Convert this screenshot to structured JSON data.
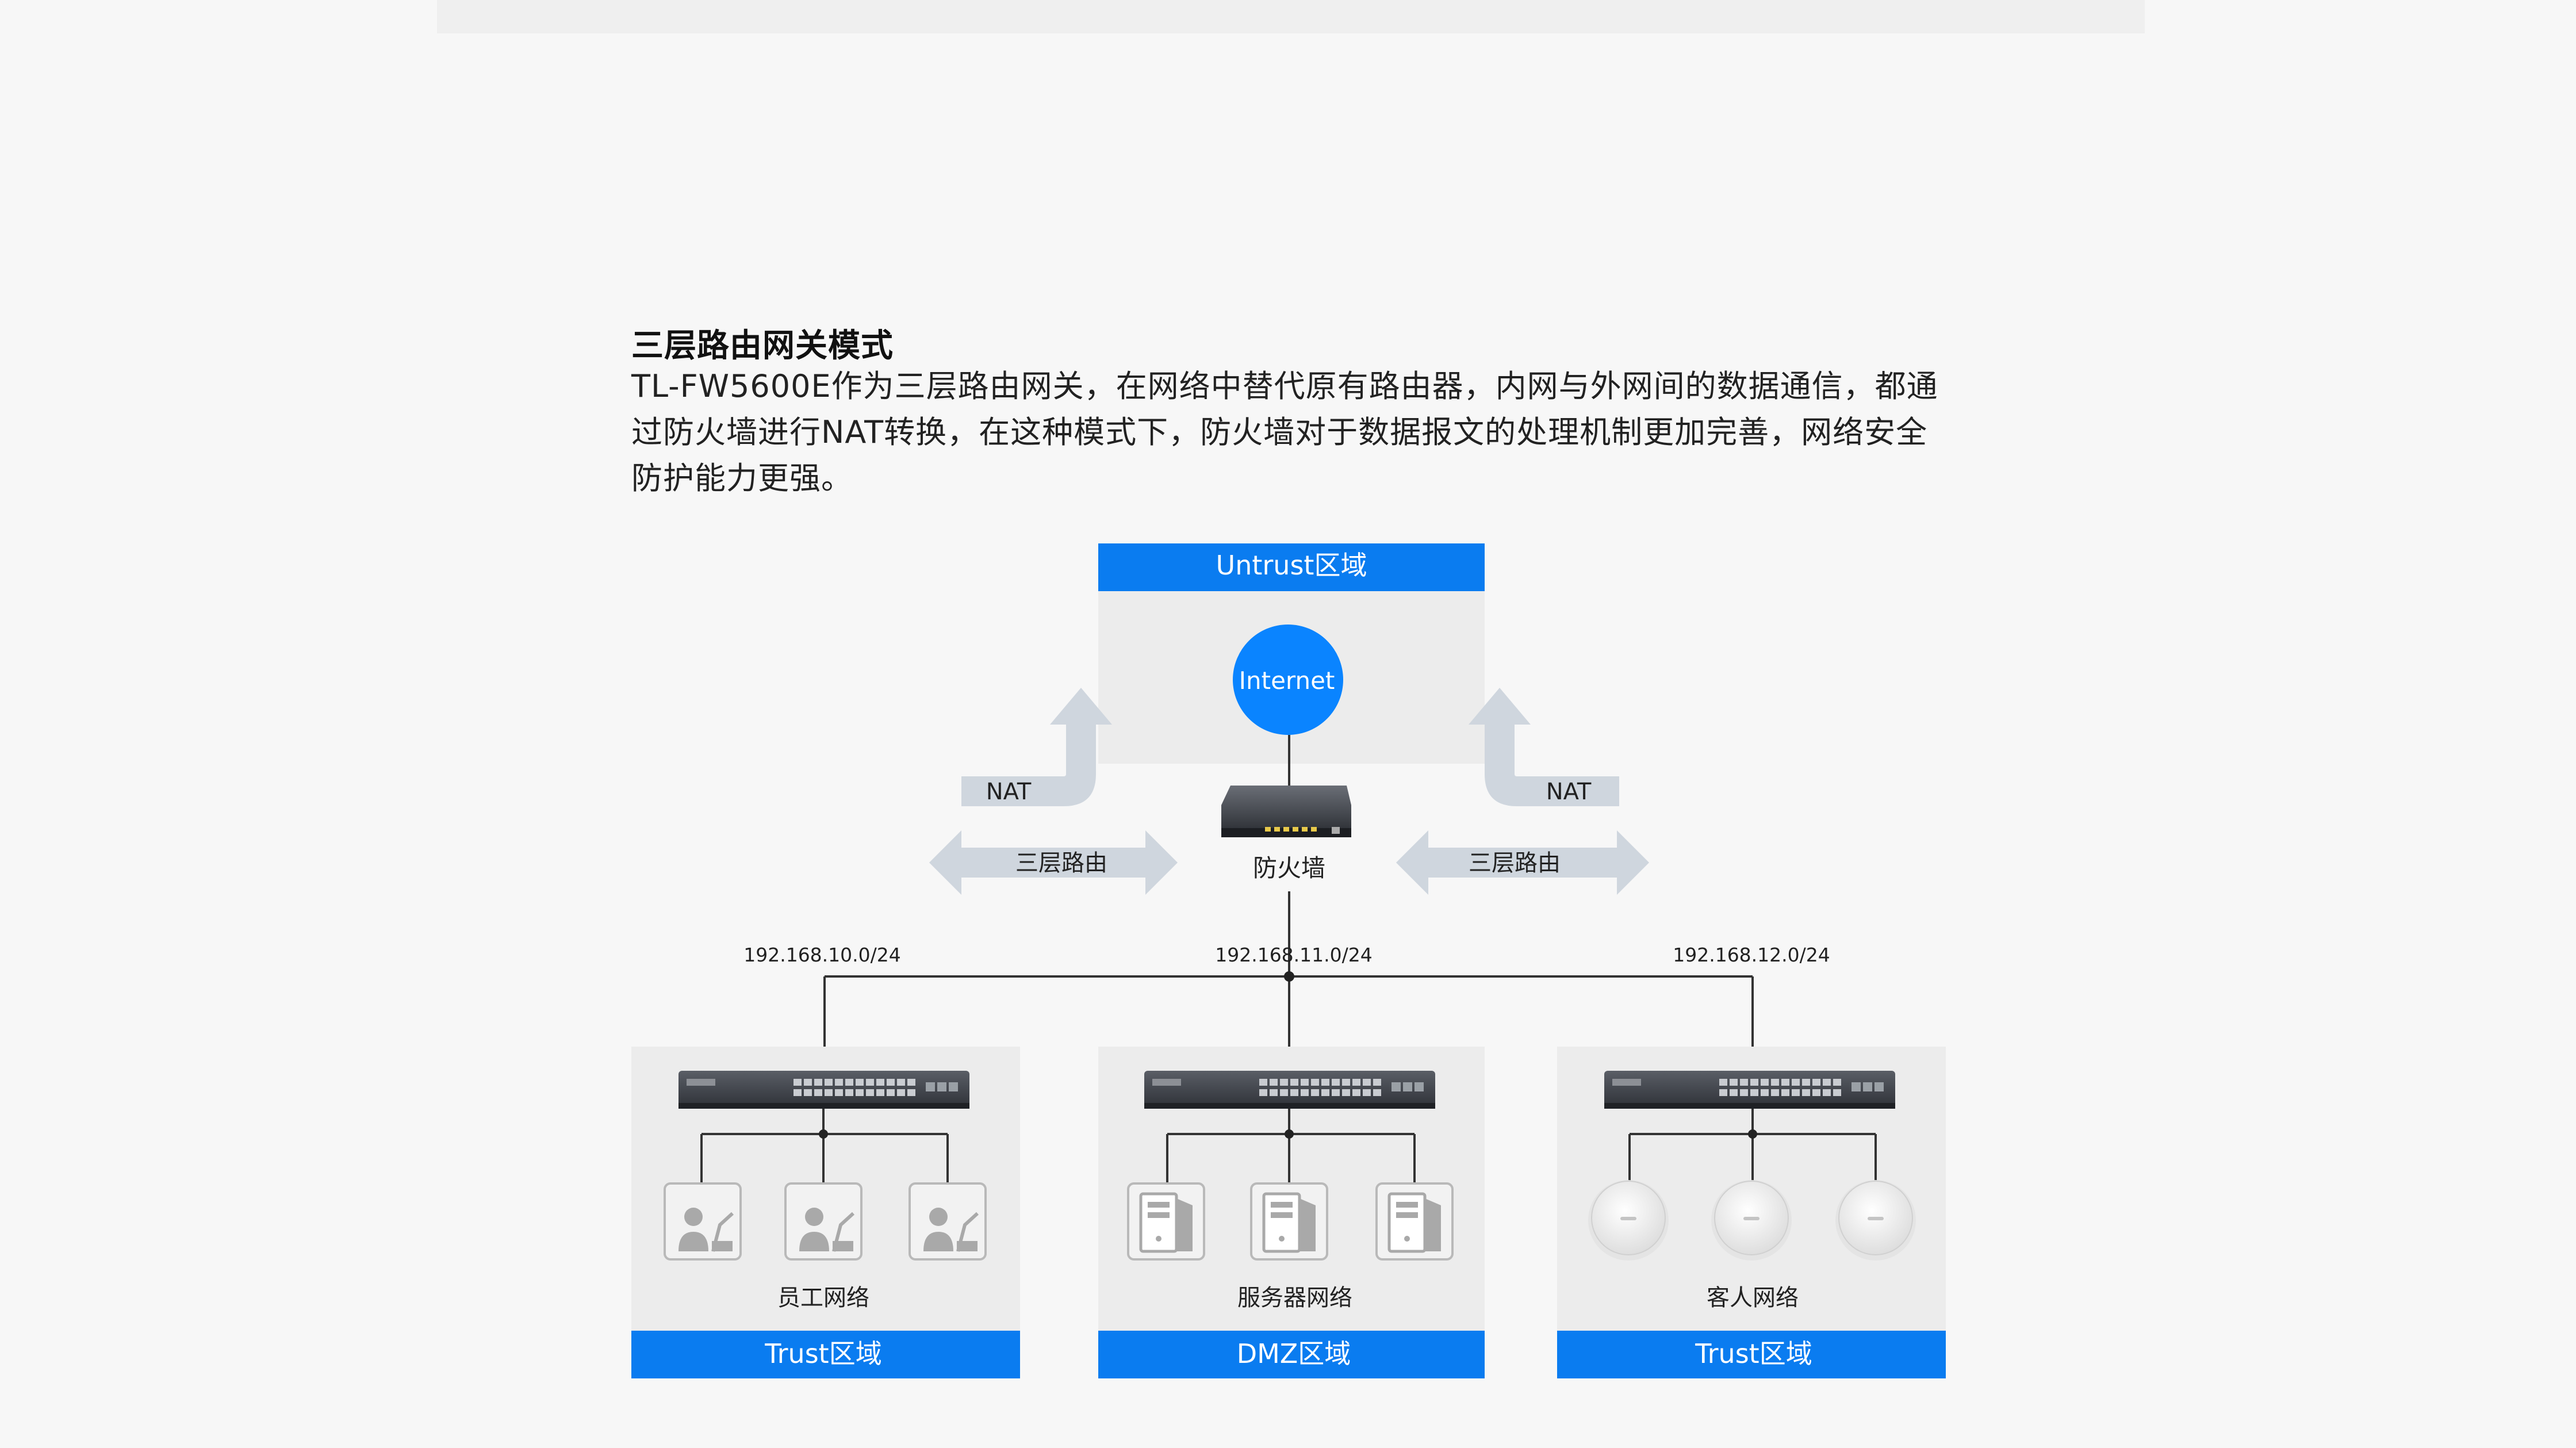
{
  "page": {
    "title": "三层路由网关模式",
    "description": "TL-FW5600E作为三层路由网关，在网络中替代原有路由器，内网与外网间的数据通信，都通过防火墙进行NAT转换，在这种模式下，防火墙对于数据报文的处理机制更加完善，网络安全防护能力更强。"
  },
  "diagram": {
    "untrust_zone": "Untrust区域",
    "internet": "Internet",
    "firewall": "防火墙",
    "nat_left": "NAT",
    "nat_right": "NAT",
    "routing_left": "三层路由",
    "routing_right": "三层路由",
    "subnets": [
      "192.168.10.0/24",
      "192.168.11.0/24",
      "192.168.12.0/24"
    ],
    "groups": [
      {
        "name": "员工网络",
        "zone": "Trust区域",
        "device_icon": "user-terminal-icon"
      },
      {
        "name": "服务器网络",
        "zone": "DMZ区域",
        "device_icon": "server-icon"
      },
      {
        "name": "客人网络",
        "zone": "Trust区域",
        "device_icon": "wireless-ap-icon"
      }
    ]
  },
  "colors": {
    "zone_blue": "#0a7cf0",
    "internet_blue": "#0a84ff",
    "panel_gray": "#ececec",
    "arrow_gray": "#cfd6de",
    "device_dark": "#3b3e44"
  }
}
